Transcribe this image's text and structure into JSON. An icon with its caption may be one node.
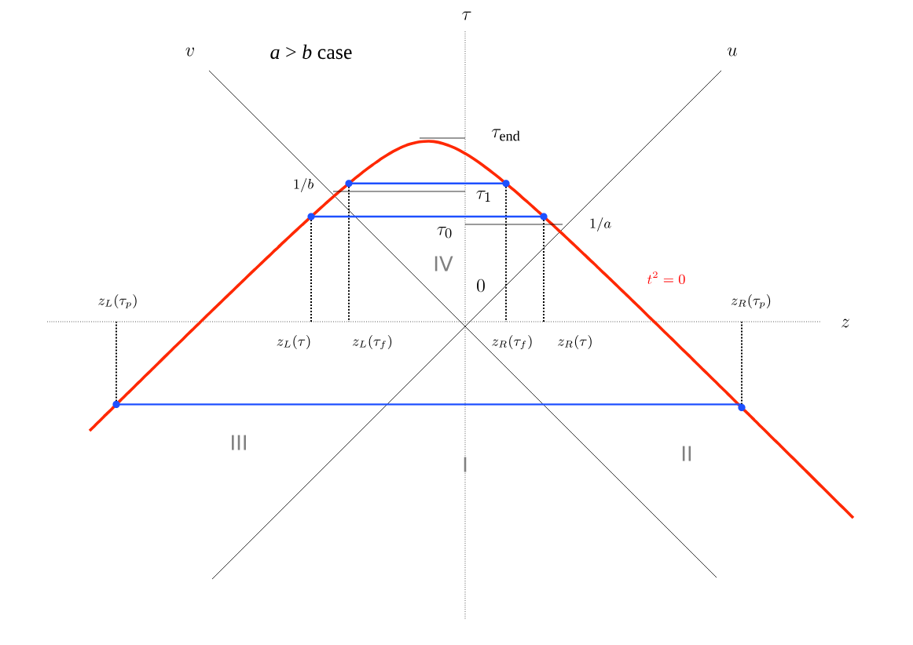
{
  "diagram": {
    "title": "*a* > *b* case",
    "labels": [
      "\\tau",
      "v",
      "u",
      "\\tau_{\\mathrm{end}}",
      "1/b",
      "\\tau_1",
      "\\tau_0",
      "1/a",
      "IV",
      "0",
      "t^2=0",
      "z_L(\\tau_p)",
      "z_R(\\tau_p)",
      "z",
      "z_L(\\tau)",
      "z_L(\\tau_f)",
      "z_R(\\tau_f)",
      "z_R(\\tau)",
      "III",
      "I",
      "II"
    ]
  }
}
